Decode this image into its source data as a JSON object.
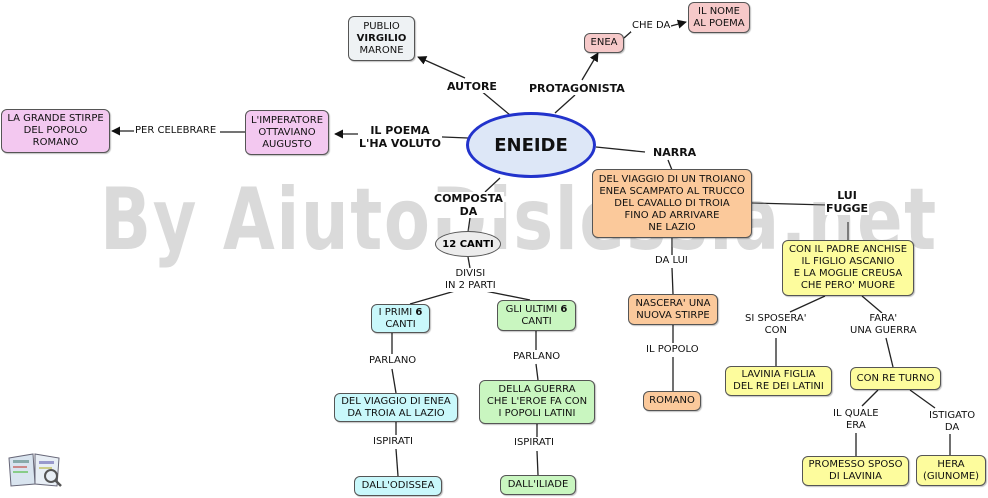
{
  "watermark": "By AiutoDislessia.net",
  "center": "ENEIDE",
  "relations": {
    "autore": "AUTORE",
    "protagonista": "PROTAGONISTA",
    "che_da": "CHE DA",
    "il_poema": "IL POEMA\nL'HA VOLUTO",
    "per_celebrare": "PER CELEBRARE",
    "narra": "NARRA",
    "composta_da": "COMPOSTA\nDA",
    "divisi": "DIVISI\nIN 2 PARTI",
    "parlano_1": "PARLANO",
    "parlano_2": "PARLANO",
    "ispirati_1": "ISPIRATI",
    "ispirati_2": "ISPIRATI",
    "da_lui": "DA LUI",
    "il_popolo": "IL POPOLO",
    "lui_fugge": "LUI\nFUGGE",
    "si_sposera": "SI SPOSERA'\nCON",
    "fara_guerra": "FARA'\nUNA GUERRA",
    "il_quale_era": "IL QUALE\nERA",
    "istigato_da": "ISTIGATO\nDA"
  },
  "nodes": {
    "publio_pre": "PUBLIO",
    "publio_bold": "VIRGILIO",
    "publio_post": "MARONE",
    "enea": "ENEA",
    "nome_poema": "IL NOME\nAL POEMA",
    "imperatore": "L'IMPERATORE\nOTTAVIANO\nAUGUSTO",
    "grande_stirpe": "LA GRANDE STIRPE\nDEL POPOLO\nROMANO",
    "viaggio_troiano": "DEL VIAGGIO DI UN TROIANO\nENEA SCAMPATO AL TRUCCO\nDEL CAVALLO DI TROIA\nFINO AD ARRIVARE\nNE LAZIO",
    "dodici_canti": "12 CANTI",
    "primi_pre": "I PRIMI ",
    "primi_num": "6",
    "primi_post": "CANTI",
    "ultimi_pre": "GLI ULTIMI ",
    "ultimi_num": "6",
    "ultimi_post": "CANTI",
    "viaggio_enea": "DEL VIAGGIO DI ENEA\nDA TROIA AL LAZIO",
    "guerra": "DELLA GUERRA\nCHE L'EROE FA CON\nI POPOLI LATINI",
    "odissea": "DALL'ODISSEA",
    "iliade": "DALL'ILIADE",
    "nuova_stirpe": "NASCERA' UNA\nNUOVA STIRPE",
    "romano": "ROMANO",
    "padre": "CON IL PADRE ANCHISE\nIL FIGLIO ASCANIO\nE LA MOGLIE CREUSA\nCHE PERO' MUORE",
    "lavinia": "LAVINIA FIGLIA\nDEL RE DEI LATINI",
    "re_turno": "CON RE TURNO",
    "promesso": "PROMESSO SPOSO\nDI LAVINIA",
    "hera": "HERA\n(GIUNOME)"
  },
  "colors": {
    "center_border": "#2233cc",
    "pink": "#f6c9c9",
    "lavender": "#f3c8f0",
    "orange": "#fbc99b",
    "yellow": "#fdfc9d",
    "cyan": "#c9f8fb",
    "green": "#c9f6c0"
  }
}
